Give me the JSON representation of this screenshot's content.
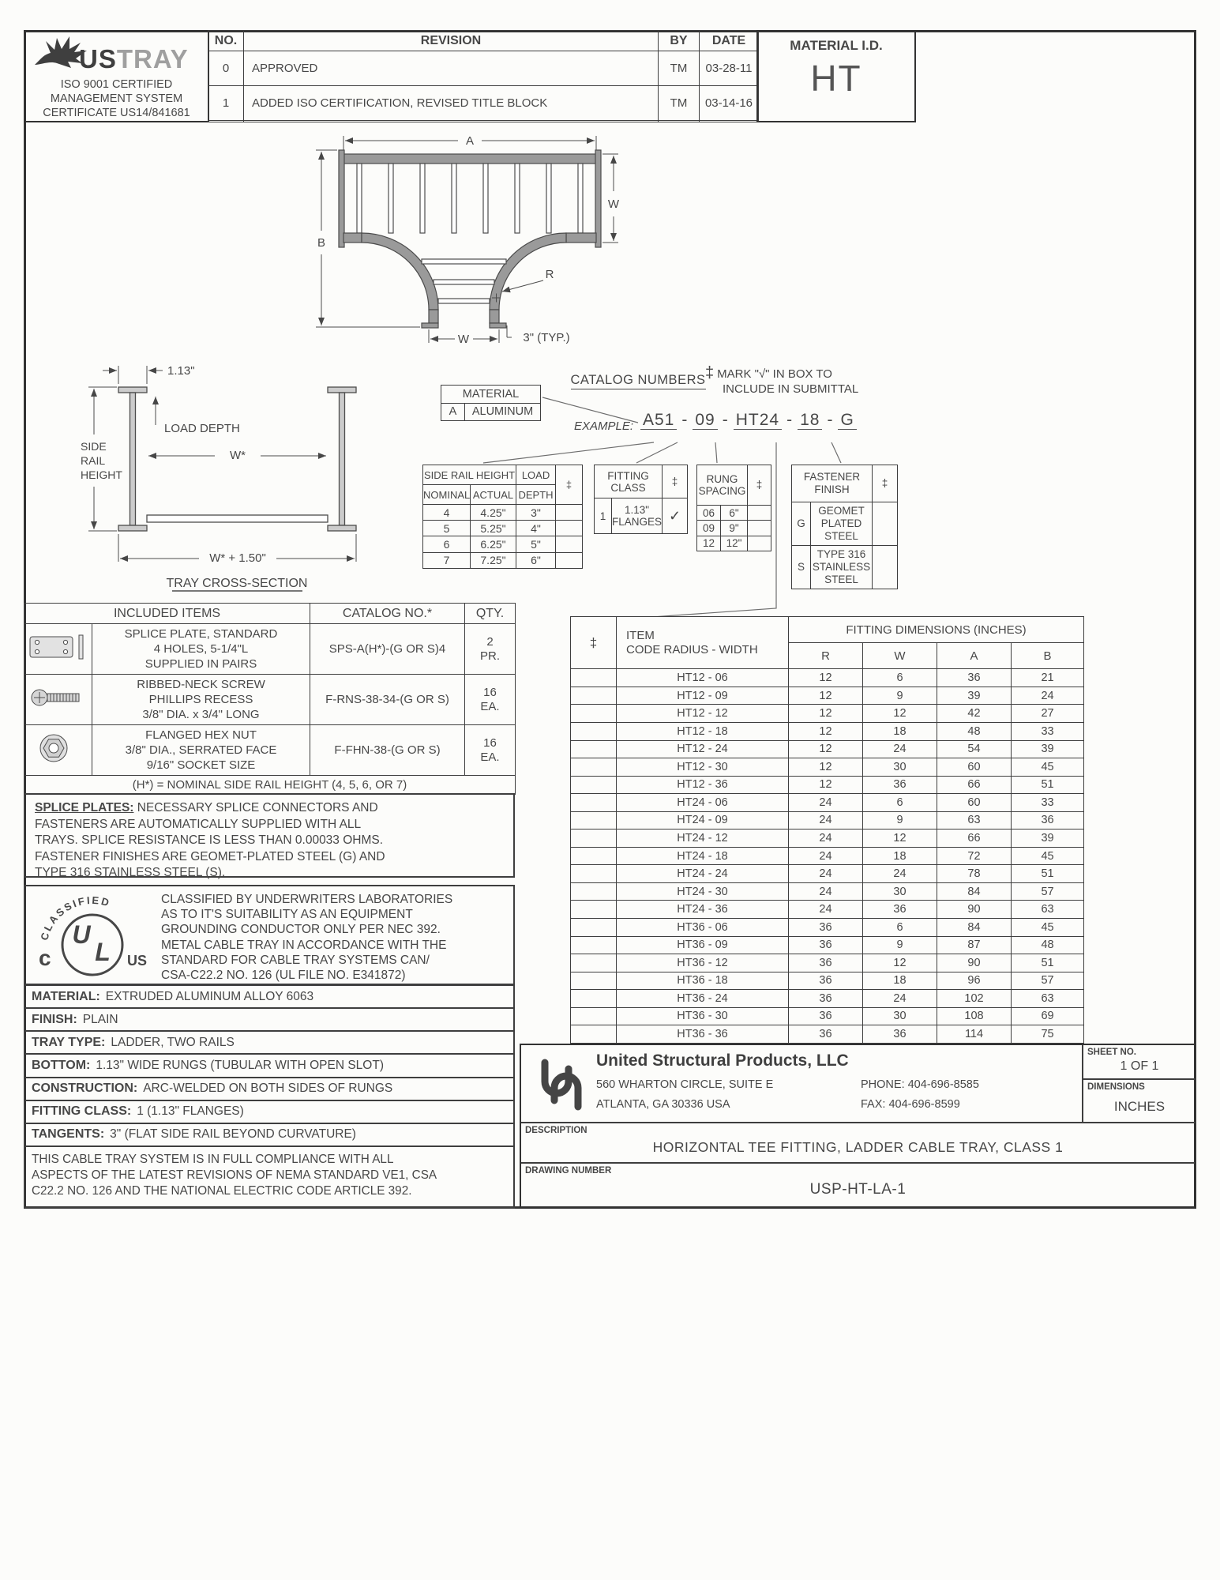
{
  "header": {
    "logo_us": "US",
    "logo_tray": "TRAY",
    "iso_lines": [
      "ISO 9001 CERTIFIED",
      "MANAGEMENT SYSTEM",
      "CERTIFICATE US14/841681"
    ],
    "revision_table": {
      "col_no": "NO.",
      "col_revision": "REVISION",
      "col_by": "BY",
      "col_date": "DATE",
      "rows": [
        {
          "no": "0",
          "revision": "APPROVED",
          "by": "TM",
          "date": "03-28-11"
        },
        {
          "no": "1",
          "revision": "ADDED ISO CERTIFICATION, REVISED TITLE BLOCK",
          "by": "TM",
          "date": "03-14-16"
        }
      ]
    },
    "material_id_label": "MATERIAL I.D.",
    "material_id_value": "HT"
  },
  "tee_drawing": {
    "dim_a": "A",
    "dim_w_right": "W",
    "dim_b": "B",
    "dim_r": "R",
    "dim_w_bottom": "W",
    "dim_typ": "3\" (TYP.)"
  },
  "cross_section": {
    "dim_flange": "1.13\"",
    "load_depth": "LOAD DEPTH",
    "side_rail_height": [
      "SIDE",
      "RAIL",
      "HEIGHT"
    ],
    "dim_w_star": "W*",
    "dim_w_total": "W* + 1.50\"",
    "caption": "TRAY CROSS-SECTION"
  },
  "catalog": {
    "title": "CATALOG NUMBERS",
    "submittal_line1": "MARK \"√\" IN BOX TO",
    "submittal_line2": "INCLUDE IN SUBMITTAL",
    "dagger": "‡",
    "material_table": {
      "header": "MATERIAL",
      "code": "A",
      "value": "ALUMINUM"
    },
    "example_label": "EXAMPLE:",
    "example_parts": [
      "A51",
      "09",
      "HT24",
      "18",
      "G"
    ],
    "example_sep": "-",
    "side_rail_table": {
      "title": "SIDE RAIL HEIGHT",
      "col_nominal": "NOMINAL",
      "col_actual": "ACTUAL",
      "col_load_1": "LOAD",
      "col_load_2": "DEPTH",
      "rows": [
        [
          "4",
          "4.25\"",
          "3\""
        ],
        [
          "5",
          "5.25\"",
          "4\""
        ],
        [
          "6",
          "6.25\"",
          "5\""
        ],
        [
          "7",
          "7.25\"",
          "6\""
        ]
      ]
    },
    "fitting_class_table": {
      "title_1": "FITTING",
      "title_2": "CLASS",
      "code": "1",
      "label_1": "1.13\"",
      "label_2": "FLANGES",
      "check": "✓"
    },
    "rung_spacing_table": {
      "title_1": "RUNG",
      "title_2": "SPACING",
      "rows": [
        [
          "06",
          "6\""
        ],
        [
          "09",
          "9\""
        ],
        [
          "12",
          "12\""
        ]
      ]
    },
    "fastener_table": {
      "title_1": "FASTENER",
      "title_2": "FINISH",
      "rows": [
        {
          "code": "G",
          "lines": [
            "GEOMET",
            "PLATED",
            "STEEL"
          ]
        },
        {
          "code": "S",
          "lines": [
            "TYPE 316",
            "STAINLESS",
            "STEEL"
          ]
        }
      ]
    }
  },
  "included_items": {
    "col_items": "INCLUDED ITEMS",
    "col_catalog": "CATALOG NO.*",
    "col_qty": "QTY.",
    "rows": [
      {
        "desc": [
          "SPLICE PLATE, STANDARD",
          "4 HOLES, 5-1/4\"L",
          "SUPPLIED IN PAIRS"
        ],
        "catalog": "SPS-A(H*)-(G OR S)4",
        "qty_1": "2",
        "qty_2": "PR."
      },
      {
        "desc": [
          "RIBBED-NECK SCREW",
          "PHILLIPS RECESS",
          "3/8\" DIA. x 3/4\" LONG"
        ],
        "catalog": "F-RNS-38-34-(G OR S)",
        "qty_1": "16",
        "qty_2": "EA."
      },
      {
        "desc": [
          "FLANGED HEX NUT",
          "3/8\" DIA., SERRATED FACE",
          "9/16\" SOCKET SIZE"
        ],
        "catalog": "F-FHN-38-(G OR S)",
        "qty_1": "16",
        "qty_2": "EA."
      }
    ],
    "note": "(H*) = NOMINAL SIDE RAIL HEIGHT (4, 5, 6, OR 7)",
    "splice_title": "SPLICE PLATES:",
    "splice_line1_rest": " NECESSARY SPLICE CONNECTORS AND",
    "splice_lines_rest": [
      "FASTENERS ARE AUTOMATICALLY SUPPLIED WITH ALL",
      "TRAYS. SPLICE RESISTANCE IS LESS THAN 0.00033 OHMS.",
      "FASTENER FINISHES ARE GEOMET-PLATED STEEL (G) AND",
      "TYPE 316 STAINLESS STEEL (S)."
    ]
  },
  "ul": {
    "classified_arc": "CLASSIFIED",
    "c": "c",
    "us": "US",
    "u": "U",
    "l": "L",
    "lines": [
      "CLASSIFIED BY UNDERWRITERS LABORATORIES",
      "AS TO IT'S SUITABILITY AS AN EQUIPMENT",
      "GROUNDING CONDUCTOR ONLY PER NEC 392.",
      "METAL CABLE TRAY IN ACCORDANCE WITH THE",
      "STANDARD FOR CABLE TRAY SYSTEMS CAN/",
      "CSA-C22.2 NO. 126 (UL FILE NO. E341872)"
    ]
  },
  "specs": [
    {
      "label": "MATERIAL:",
      "value": "EXTRUDED ALUMINUM ALLOY 6063"
    },
    {
      "label": "FINISH:",
      "value": "PLAIN"
    },
    {
      "label": "TRAY TYPE:",
      "value": "LADDER, TWO RAILS"
    },
    {
      "label": "BOTTOM:",
      "value": "1.13\" WIDE RUNGS (TUBULAR WITH OPEN SLOT)"
    },
    {
      "label": "CONSTRUCTION:",
      "value": "ARC-WELDED ON BOTH SIDES OF RUNGS"
    },
    {
      "label": "FITTING CLASS:",
      "value": "1 (1.13\" FLANGES)"
    },
    {
      "label": "TANGENTS:",
      "value": "3\" (FLAT SIDE RAIL BEYOND CURVATURE)"
    }
  ],
  "compliance_lines": [
    "THIS CABLE TRAY SYSTEM IS IN FULL COMPLIANCE WITH ALL",
    "ASPECTS OF THE LATEST REVISIONS OF NEMA STANDARD VE1, CSA",
    "C22.2 NO. 126 AND THE NATIONAL ELECTRIC CODE ARTICLE 392."
  ],
  "dims_table": {
    "dagger": "‡",
    "header_item_1": "ITEM",
    "header_item_2": "CODE  RADIUS - WIDTH",
    "header_dims": "FITTING DIMENSIONS (INCHES)",
    "col_r": "R",
    "col_w": "W",
    "col_a": "A",
    "col_b": "B",
    "rows": [
      {
        "code": "HT12 - 06",
        "r": "12",
        "w": "6",
        "a": "36",
        "b": "21"
      },
      {
        "code": "HT12 - 09",
        "r": "12",
        "w": "9",
        "a": "39",
        "b": "24"
      },
      {
        "code": "HT12 - 12",
        "r": "12",
        "w": "12",
        "a": "42",
        "b": "27"
      },
      {
        "code": "HT12 - 18",
        "r": "12",
        "w": "18",
        "a": "48",
        "b": "33"
      },
      {
        "code": "HT12 - 24",
        "r": "12",
        "w": "24",
        "a": "54",
        "b": "39"
      },
      {
        "code": "HT12 - 30",
        "r": "12",
        "w": "30",
        "a": "60",
        "b": "45"
      },
      {
        "code": "HT12 - 36",
        "r": "12",
        "w": "36",
        "a": "66",
        "b": "51"
      },
      {
        "code": "HT24 - 06",
        "r": "24",
        "w": "6",
        "a": "60",
        "b": "33"
      },
      {
        "code": "HT24 - 09",
        "r": "24",
        "w": "9",
        "a": "63",
        "b": "36"
      },
      {
        "code": "HT24 - 12",
        "r": "24",
        "w": "12",
        "a": "66",
        "b": "39"
      },
      {
        "code": "HT24 - 18",
        "r": "24",
        "w": "18",
        "a": "72",
        "b": "45"
      },
      {
        "code": "HT24 - 24",
        "r": "24",
        "w": "24",
        "a": "78",
        "b": "51"
      },
      {
        "code": "HT24 - 30",
        "r": "24",
        "w": "30",
        "a": "84",
        "b": "57"
      },
      {
        "code": "HT24 - 36",
        "r": "24",
        "w": "36",
        "a": "90",
        "b": "63"
      },
      {
        "code": "HT36 - 06",
        "r": "36",
        "w": "6",
        "a": "84",
        "b": "45"
      },
      {
        "code": "HT36 - 09",
        "r": "36",
        "w": "9",
        "a": "87",
        "b": "48"
      },
      {
        "code": "HT36 - 12",
        "r": "36",
        "w": "12",
        "a": "90",
        "b": "51"
      },
      {
        "code": "HT36 - 18",
        "r": "36",
        "w": "18",
        "a": "96",
        "b": "57"
      },
      {
        "code": "HT36 - 24",
        "r": "36",
        "w": "24",
        "a": "102",
        "b": "63"
      },
      {
        "code": "HT36 - 30",
        "r": "36",
        "w": "30",
        "a": "108",
        "b": "69"
      },
      {
        "code": "HT36 - 36",
        "r": "36",
        "w": "36",
        "a": "114",
        "b": "75"
      }
    ]
  },
  "title_block": {
    "company": "United Structural Products, LLC",
    "address_1": "560 WHARTON CIRCLE, SUITE E",
    "address_2": "ATLANTA, GA 30336 USA",
    "phone": "PHONE: 404-696-8585",
    "fax": "FAX: 404-696-8599",
    "sheet_label": "SHEET NO.",
    "sheet_value": "1 OF 1",
    "dims_label": "DIMENSIONS",
    "dims_value": "INCHES",
    "description_label": "DESCRIPTION",
    "description": "HORIZONTAL TEE FITTING, LADDER CABLE TRAY, CLASS 1",
    "drawing_label": "DRAWING NUMBER",
    "drawing_number": "USP-HT-LA-1"
  }
}
